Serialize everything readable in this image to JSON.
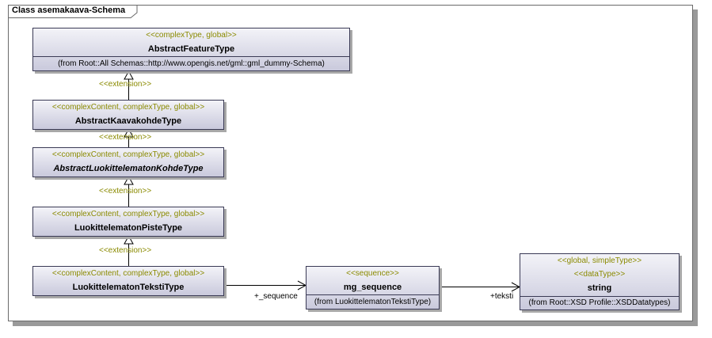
{
  "diagram": {
    "title": "Class asemakaava-Schema"
  },
  "classes": {
    "abstract_feature": {
      "stereotype": "<<complexType, global>>",
      "name": "AbstractFeatureType",
      "from": "(from Root::All Schemas::http://www.opengis.net/gml::gml_dummy-Schema)"
    },
    "abstract_kaavakohde": {
      "stereotype": "<<complexContent, complexType, global>>",
      "name": "AbstractKaavakohdeType"
    },
    "abstract_luokittelematon": {
      "stereotype": "<<complexContent, complexType, global>>",
      "name": "AbstractLuokittelematonKohdeType"
    },
    "luokittelematon_piste": {
      "stereotype": "<<complexContent, complexType, global>>",
      "name": "LuokittelematonPisteType"
    },
    "luokittelematon_teksti": {
      "stereotype": "<<complexContent, complexType, global>>",
      "name": "LuokittelematonTekstiType"
    },
    "mg_sequence": {
      "stereotype": "<<sequence>>",
      "name": "mg_sequence",
      "from": "(from LuokittelematonTekstiType)"
    },
    "string": {
      "stereotype": "<<global, simpleType>>",
      "stereotype2": "<<dataType>>",
      "name": "string",
      "from": "(from Root::XSD Profile::XSDDatatypes)"
    }
  },
  "relations": {
    "extension_label": "<<extension>>",
    "sequence_role": "+_sequence",
    "teksti_role": "+teksti"
  }
}
